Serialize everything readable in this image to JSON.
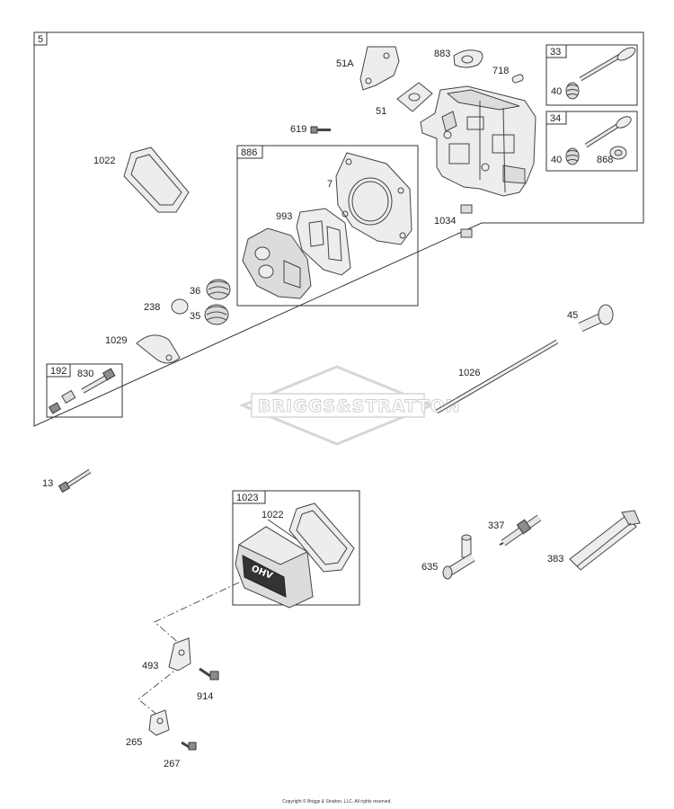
{
  "diagram": {
    "main_group": "5",
    "sub_boxes": {
      "valve_intake": "33",
      "valve_exhaust": "34",
      "gasket_set": "886",
      "breather_set": "192",
      "valve_cover_kit": "1023"
    },
    "parts": {
      "p51A": "51A",
      "p51": "51",
      "p883": "883",
      "p718": "718",
      "p619": "619",
      "p1022_top": "1022",
      "p7": "7",
      "p993": "993",
      "p1034": "1034",
      "p40_a": "40",
      "p40_b": "40",
      "p868": "868",
      "p36": "36",
      "p35": "35",
      "p238": "238",
      "p1029": "1029",
      "p830": "830",
      "p45": "45",
      "p1026": "1026",
      "p13": "13",
      "p1022_cover": "1022",
      "p337": "337",
      "p635": "635",
      "p383": "383",
      "p493": "493",
      "p914": "914",
      "p265": "265",
      "p267": "267"
    },
    "cover_logo_text": "OHV",
    "watermark": "BRIGGS&STRATTON",
    "copyright": "Copyright © Briggs & Stratton, LLC. All rights reserved."
  }
}
